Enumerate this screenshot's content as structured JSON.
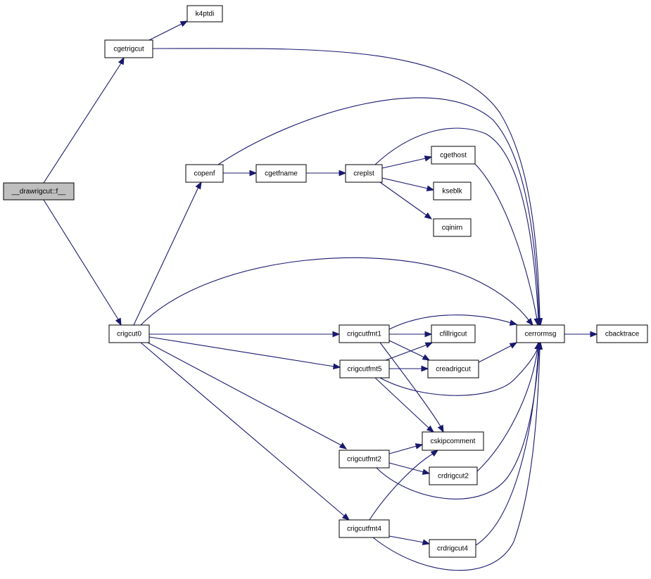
{
  "diagram": {
    "nodes": [
      {
        "id": "drawrigcut",
        "label": "__drawrigcut::f__",
        "root": true
      },
      {
        "id": "cgetrigcut",
        "label": "cgetrigcut"
      },
      {
        "id": "k4ptdi",
        "label": "k4ptdi"
      },
      {
        "id": "copenf",
        "label": "copenf"
      },
      {
        "id": "cgetfname",
        "label": "cgetfname"
      },
      {
        "id": "creplst",
        "label": "creplst"
      },
      {
        "id": "cgethost",
        "label": "cgethost"
      },
      {
        "id": "kseblk",
        "label": "kseblk"
      },
      {
        "id": "cqinirn",
        "label": "cqinirn"
      },
      {
        "id": "crigcut0",
        "label": "crigcut0"
      },
      {
        "id": "crigcutfmt1",
        "label": "crigcutfmt1"
      },
      {
        "id": "crigcutfmt5",
        "label": "crigcutfmt5"
      },
      {
        "id": "crigcutfmt2",
        "label": "crigcutfmt2"
      },
      {
        "id": "crigcutfmt4",
        "label": "crigcutfmt4"
      },
      {
        "id": "cfillrigcut",
        "label": "cfillrigcut"
      },
      {
        "id": "creadrigcut",
        "label": "creadrigcut"
      },
      {
        "id": "cskipcomment",
        "label": "cskipcomment"
      },
      {
        "id": "crdrigcut2",
        "label": "crdrigcut2"
      },
      {
        "id": "crdrigcut4",
        "label": "crdrigcut4"
      },
      {
        "id": "cerrormsg",
        "label": "cerrormsg"
      },
      {
        "id": "cbacktrace",
        "label": "cbacktrace"
      }
    ],
    "edges": [
      {
        "from": "drawrigcut",
        "to": "cgetrigcut"
      },
      {
        "from": "drawrigcut",
        "to": "crigcut0"
      },
      {
        "from": "cgetrigcut",
        "to": "k4ptdi"
      },
      {
        "from": "cgetrigcut",
        "to": "cerrormsg"
      },
      {
        "from": "copenf",
        "to": "cgetfname"
      },
      {
        "from": "copenf",
        "to": "cerrormsg"
      },
      {
        "from": "cgetfname",
        "to": "creplst"
      },
      {
        "from": "creplst",
        "to": "cgethost"
      },
      {
        "from": "creplst",
        "to": "kseblk"
      },
      {
        "from": "creplst",
        "to": "cqinirn"
      },
      {
        "from": "creplst",
        "to": "cerrormsg"
      },
      {
        "from": "cgethost",
        "to": "cerrormsg"
      },
      {
        "from": "crigcut0",
        "to": "copenf"
      },
      {
        "from": "crigcut0",
        "to": "cerrormsg"
      },
      {
        "from": "crigcut0",
        "to": "crigcutfmt1"
      },
      {
        "from": "crigcut0",
        "to": "crigcutfmt5"
      },
      {
        "from": "crigcut0",
        "to": "crigcutfmt2"
      },
      {
        "from": "crigcut0",
        "to": "crigcutfmt4"
      },
      {
        "from": "crigcutfmt1",
        "to": "cerrormsg"
      },
      {
        "from": "crigcutfmt1",
        "to": "cfillrigcut"
      },
      {
        "from": "crigcutfmt1",
        "to": "creadrigcut"
      },
      {
        "from": "crigcutfmt1",
        "to": "cskipcomment"
      },
      {
        "from": "crigcutfmt5",
        "to": "cfillrigcut"
      },
      {
        "from": "crigcutfmt5",
        "to": "creadrigcut"
      },
      {
        "from": "crigcutfmt5",
        "to": "cskipcomment"
      },
      {
        "from": "crigcutfmt5",
        "to": "cerrormsg"
      },
      {
        "from": "creadrigcut",
        "to": "cerrormsg"
      },
      {
        "from": "crigcutfmt2",
        "to": "cskipcomment"
      },
      {
        "from": "crigcutfmt2",
        "to": "crdrigcut2"
      },
      {
        "from": "crigcutfmt2",
        "to": "cerrormsg"
      },
      {
        "from": "crdrigcut2",
        "to": "cerrormsg"
      },
      {
        "from": "crigcutfmt4",
        "to": "cskipcomment"
      },
      {
        "from": "crigcutfmt4",
        "to": "crdrigcut4"
      },
      {
        "from": "crigcutfmt4",
        "to": "cerrormsg"
      },
      {
        "from": "crdrigcut4",
        "to": "cerrormsg"
      },
      {
        "from": "cerrormsg",
        "to": "cbacktrace"
      }
    ],
    "colors": {
      "edge": "#191970",
      "root_fill": "#bfbfbf",
      "node_fill": "#ffffff",
      "node_stroke": "#000000"
    }
  }
}
